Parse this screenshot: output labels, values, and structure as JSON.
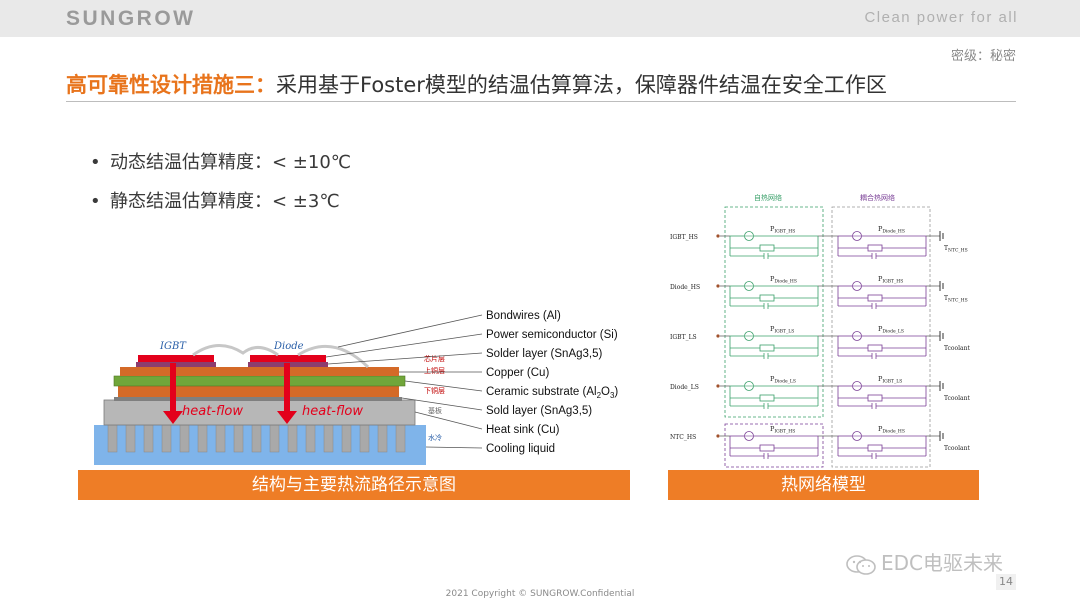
{
  "header": {
    "logo": "SUNGROW",
    "slogan": "Clean  power  for  all",
    "secret": "密级：秘密"
  },
  "title": {
    "emphasis": "高可靠性设计措施三：",
    "rest": "采用基于Foster模型的结温估算算法，保障器件结温在安全工作区"
  },
  "bullets": [
    "动态结温估算精度：< ±10℃",
    "静态结温估算精度：< ±3℃"
  ],
  "structure": {
    "caption": "结构与主要热流路径示意图",
    "labels": {
      "igbt": "IGBT",
      "diode": "Diode",
      "heat_flow_1": "heat-flow",
      "heat_flow_2": "heat-flow",
      "bondwires": "Bondwires (Al)",
      "power_semi": "Power semiconductor (Si)",
      "solder": "Solder layer (SnAg3,5)",
      "copper": "Copper (Cu)",
      "ceramic_main": "Ceramic substrate (Al",
      "ceramic_sub2": "2",
      "ceramic_o": "O",
      "ceramic_sub3": "3",
      "ceramic_close": ")",
      "sold": "Sold layer (SnAg3,5)",
      "heatsink": "Heat sink (Cu)",
      "cooling": "Cooling liquid",
      "cn_chip": "芯片层",
      "cn_top_cu": "上铜层",
      "cn_bottom_cu": "下铜层",
      "cn_base": "基板",
      "cn_water": "水冷"
    }
  },
  "network": {
    "caption": "热网络模型",
    "self_title": "自热网络",
    "coupling_title": "耦合热网络",
    "rows": [
      {
        "node": "IGBT_HS",
        "p_self": "P",
        "p_self_sub": "IGBT_HS",
        "p_couple": "P",
        "p_couple_sub": "Diode_HS",
        "t": "T",
        "t_sub": "NTC_HS"
      },
      {
        "node": "Diode_HS",
        "p_self": "P",
        "p_self_sub": "Diode_HS",
        "p_couple": "P",
        "p_couple_sub": "IGBT_HS",
        "t": "T",
        "t_sub": "NTC_HS"
      },
      {
        "node": "IGBT_LS",
        "p_self": "P",
        "p_self_sub": "IGBT_LS",
        "p_couple": "P",
        "p_couple_sub": "Diode_LS",
        "t": "Tcoolant",
        "t_sub": ""
      },
      {
        "node": "Diode_LS",
        "p_self": "P",
        "p_self_sub": "Diode_LS",
        "p_couple": "P",
        "p_couple_sub": "IGBT_LS",
        "t": "Tcoolant",
        "t_sub": ""
      },
      {
        "node": "NTC_HS",
        "p_self": "P",
        "p_self_sub": "IGBT_HS",
        "p_couple": "P",
        "p_couple_sub": "Diode_HS",
        "t": "Tcoolant",
        "t_sub": ""
      }
    ]
  },
  "watermark": "EDC电驱未来",
  "page_number": "14",
  "footer": "2021 Copyright © SUNGROW.Confidential",
  "colors": {
    "accent": "#ee7d26",
    "self_network": "#3aa06a",
    "coupling_network": "#7a3f96",
    "heat_flow": "#e30613"
  }
}
